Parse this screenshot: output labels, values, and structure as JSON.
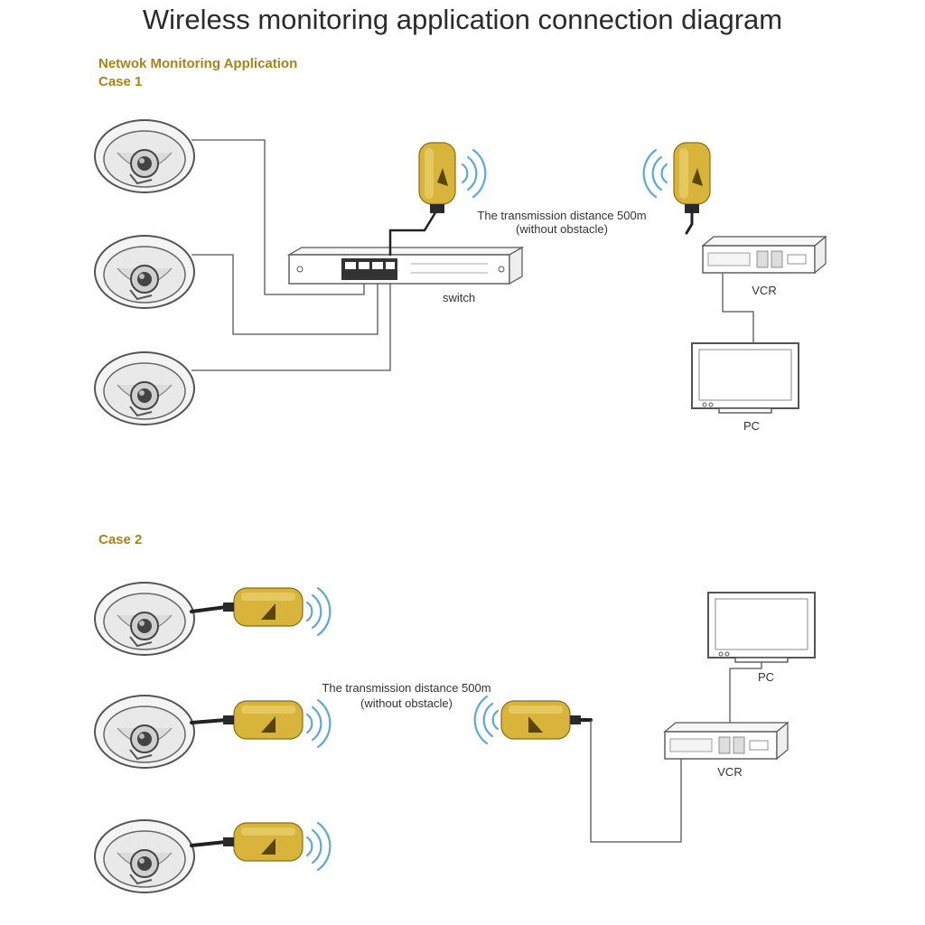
{
  "title": "Wireless monitoring application connection diagram",
  "section_heading": "Netwok Monitoring Application",
  "case1": {
    "label": "Case 1",
    "distance_line1": "The transmission distance 500m",
    "distance_line2": "(without obstacle)",
    "switch_label": "switch",
    "vcr_label": "VCR",
    "pc_label": "PC"
  },
  "case2": {
    "label": "Case 2",
    "distance_line1": "The transmission distance 500m",
    "distance_line2": "(without obstacle)",
    "vcr_label": "VCR",
    "pc_label": "PC"
  },
  "colors": {
    "accent": "#a88418",
    "device_gold": "#d8b43a",
    "signal_blue": "#5aa9d8"
  }
}
